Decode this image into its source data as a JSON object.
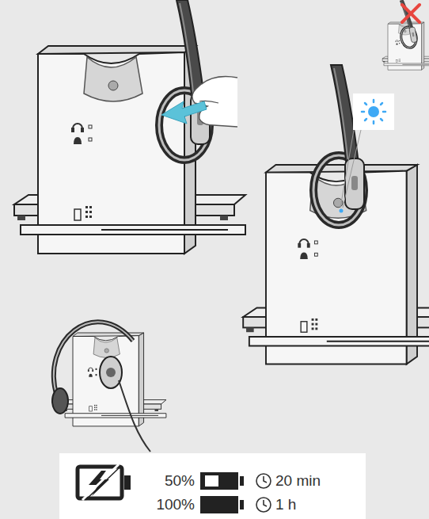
{
  "diagram": {
    "labels": [
      "50%",
      "20 min",
      "100%",
      "1 h"
    ]
  }
}
